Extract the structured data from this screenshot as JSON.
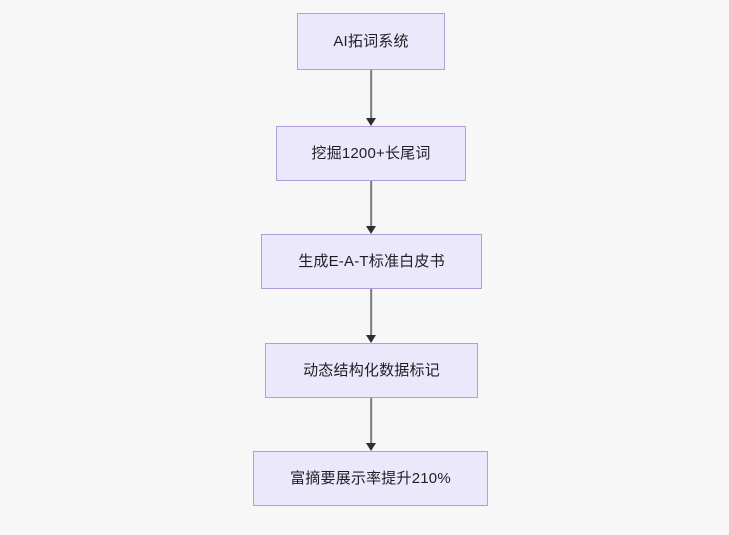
{
  "diagram": {
    "type": "flowchart",
    "direction": "top-to-bottom",
    "background_color": "#f7f7f7",
    "node_fill_color": "#ebe8fc",
    "node_border_color": "#b39ddb",
    "node_text_color": "#1f1f23",
    "edge_line_color": "#7a7a7a",
    "edge_arrow_color": "#2e2e38",
    "nodes": [
      {
        "id": "n1",
        "label": "AI拓词系统"
      },
      {
        "id": "n2",
        "label": "挖掘1200+长尾词"
      },
      {
        "id": "n3",
        "label": "生成E-A-T标准白皮书"
      },
      {
        "id": "n4",
        "label": "动态结构化数据标记"
      },
      {
        "id": "n5",
        "label": "富摘要展示率提升210%"
      }
    ],
    "edges": [
      {
        "id": "e1",
        "from": "n1",
        "to": "n2",
        "label": ""
      },
      {
        "id": "e2",
        "from": "n2",
        "to": "n3",
        "label": ""
      },
      {
        "id": "e3",
        "from": "n3",
        "to": "n4",
        "label": ""
      },
      {
        "id": "e4",
        "from": "n4",
        "to": "n5",
        "label": ""
      }
    ]
  }
}
